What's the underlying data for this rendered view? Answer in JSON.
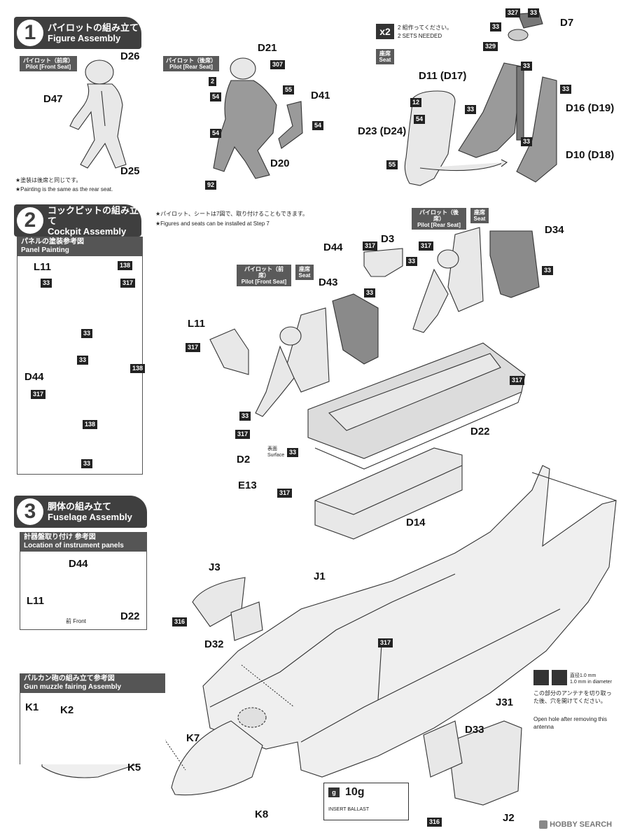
{
  "step1": {
    "number": "1",
    "title_ja": "パイロットの組み立て",
    "title_en": "Figure Assembly"
  },
  "step2": {
    "number": "2",
    "title_ja": "コックピットの組み立て",
    "title_en": "Cockpit Assembly"
  },
  "step3": {
    "number": "3",
    "title_ja": "胴体の組み立て",
    "title_en": "Fuselage Assembly"
  },
  "tags": {
    "pilot_front": "パイロット（前席）\nPilot [Front Seat]",
    "pilot_rear": "パイロット（後席）\nPilot [Rear Seat]",
    "seat": "座席\nSeat"
  },
  "notes": {
    "painting_ja": "★塗装は後席と同じです。",
    "painting_en": "★Painting is the same as the rear seat.",
    "x2_sets_ja": "2 組作ってください。",
    "x2_sets_en": "2 SETS NEEDED",
    "install_ja": "★パイロット、シートは7図で、取り付けることもできます。",
    "install_en": "★Figures and seats can be installed at Step 7",
    "surface": "表面\nSurface",
    "front": "前 Front",
    "hole_ja": "この部分のアンテナを切り取った後、穴を開けてください。",
    "hole_en": "Open hole after removing this antenna",
    "drill": "直径1.0 mm\n1.0 mm in diameter",
    "ballast_weight": "10g",
    "ballast_label": "INSERT BALLAST"
  },
  "multiplier": "x2",
  "panels": {
    "panel_painting_ja": "パネルの塗装参考図",
    "panel_painting_en": "Panel Painting",
    "instrument_ja": "計器盤取り付け 参考図",
    "instrument_en": "Location of instrument panels",
    "vulcan_ja": "バルカン砲の組み立て参考図",
    "vulcan_en": "Gun muzzle fairing Assembly"
  },
  "parts": {
    "D26": "D26",
    "D47": "D47",
    "D25": "D25",
    "D21": "D21",
    "D41": "D41",
    "D20": "D20",
    "D7": "D7",
    "D11": "D11 (D17)",
    "D16": "D16 (D19)",
    "D23": "D23 (D24)",
    "D10": "D10 (D18)",
    "L11": "L11",
    "D44": "D44",
    "D3": "D3",
    "D34": "D34",
    "D43": "D43",
    "D22": "D22",
    "D2": "D2",
    "E13": "E13",
    "D14": "D14",
    "J3": "J3",
    "J1": "J1",
    "D32": "D32",
    "J31": "J31",
    "D33": "D33",
    "J2": "J2",
    "K1": "K1",
    "K2": "K2",
    "K5": "K5",
    "K7": "K7",
    "K8": "K8"
  },
  "paint_codes": [
    "33",
    "54",
    "55",
    "12",
    "92",
    "138",
    "307",
    "316",
    "317",
    "327",
    "329",
    "2"
  ],
  "watermark": "HOBBY SEARCH"
}
